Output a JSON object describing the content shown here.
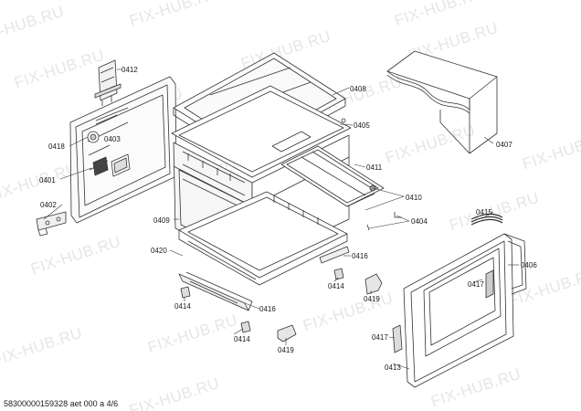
{
  "watermark": "FIX-HUB.RU",
  "footer_text": "58300000159328 aet 000 a 4/6",
  "parts": {
    "p0401": "0401",
    "p0402": "0402",
    "p0403": "0403",
    "p0404": "0404",
    "p0405": "0405",
    "p0406": "0406",
    "p0407": "0407",
    "p0408": "0408",
    "p0409": "0409",
    "p0410": "0410",
    "p0411": "0411",
    "p0412": "0412",
    "p0413": "0413",
    "p0414a": "0414",
    "p0414b": "0414",
    "p0414c": "0414",
    "p0415": "0415",
    "p0416a": "0416",
    "p0416b": "0416",
    "p0417a": "0417",
    "p0417b": "0417",
    "p0418": "0418",
    "p0419a": "0419",
    "p0419b": "0419",
    "p0420": "0420"
  },
  "colors": {
    "line": "#333333",
    "watermark": "#e6e6e6"
  }
}
